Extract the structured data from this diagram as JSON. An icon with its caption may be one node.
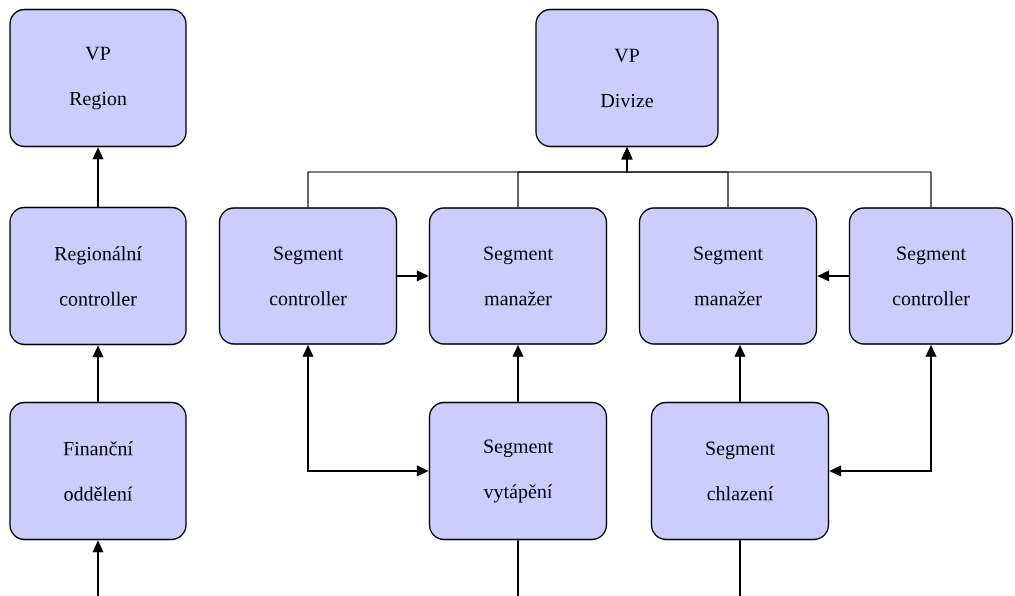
{
  "diagram": {
    "nodes": [
      {
        "text": [
          "VP Region"
        ]
      },
      {
        "text": [
          "VP Divize"
        ]
      },
      {
        "text": [
          "Regionální controller"
        ]
      },
      {
        "text": [
          "Segment controller"
        ]
      },
      {
        "text": [
          "Segment manažer"
        ]
      },
      {
        "text": [
          "Segment manažer"
        ]
      },
      {
        "text": [
          "Segment controller"
        ]
      },
      {
        "text": [
          "Finanční oddělení"
        ]
      },
      {
        "text": [
          "Segment vytápění"
        ]
      },
      {
        "text": [
          "Segment chlazení"
        ]
      }
    ],
    "edges": [
      {
        "from": 2,
        "to": 0,
        "arrow": "to"
      },
      {
        "from": 7,
        "to": 2,
        "arrow": "to"
      },
      {
        "from": null,
        "to": 7,
        "arrow": "to"
      },
      {
        "from": 3,
        "to": 1,
        "arrow": "to"
      },
      {
        "from": 4,
        "to": 1,
        "arrow": "to"
      },
      {
        "from": 5,
        "to": 1,
        "arrow": "to"
      },
      {
        "from": 6,
        "to": 1,
        "arrow": "to"
      },
      {
        "from": 3,
        "to": 4,
        "arrow": "to"
      },
      {
        "from": 6,
        "to": 5,
        "arrow": "to"
      },
      {
        "from": 8,
        "to": 4,
        "arrow": "to"
      },
      {
        "from": 9,
        "to": 5,
        "arrow": "to"
      },
      {
        "from": 3,
        "to": 8,
        "arrow": "both"
      },
      {
        "from": 6,
        "to": 9,
        "arrow": "both"
      },
      {
        "from": 8,
        "to": null,
        "arrow": "none"
      },
      {
        "from": 9,
        "to": null,
        "arrow": "none"
      }
    ]
  }
}
